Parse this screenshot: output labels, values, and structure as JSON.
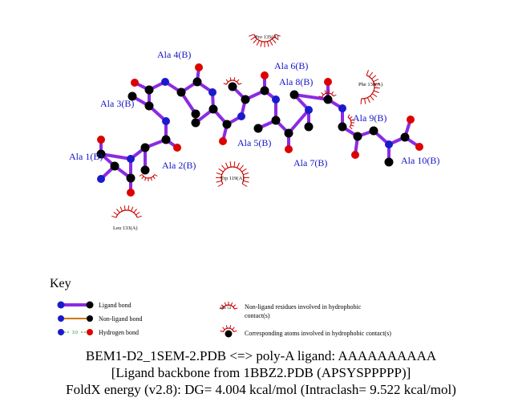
{
  "colors": {
    "ligand_bond": "#8a2be2",
    "nonligand_bond": "#cc7a00",
    "hbond": "#1f8f1f",
    "hydrophobic_arc": "#cc0000",
    "carbon": "#000000",
    "nitrogen": "#1a1acd",
    "oxygen": "#dd0000",
    "residue_label": "#1515c8"
  },
  "residues": [
    {
      "label": "Ala 1(B)"
    },
    {
      "label": "Ala 2(B)"
    },
    {
      "label": "Ala 3(B)"
    },
    {
      "label": "Ala 4(B)"
    },
    {
      "label": "Ala 5(B)"
    },
    {
      "label": "Ala 6(B)"
    },
    {
      "label": "Ala 7(B)"
    },
    {
      "label": "Ala 8(B)"
    },
    {
      "label": "Ala 9(B)"
    },
    {
      "label": "Ala 10(B)"
    }
  ],
  "hydrophobic_residues": [
    {
      "label": "Pro 135(A)"
    },
    {
      "label": "Phe 138(A)"
    },
    {
      "label": "Trp 119(A)"
    },
    {
      "label": "Leu 133(A)"
    }
  ],
  "key": {
    "title": "Key",
    "ligand_bond": "Ligand bond",
    "nonligand_bond": "Non-ligand bond",
    "hydrogen_bond": "Hydrogen bond",
    "hbond_sample_distance": "3.0",
    "hydrophobic_example": "His 53",
    "hydrophobic_line1": "Non-ligand residues involved in hydrophobic",
    "hydrophobic_line2": "contact(s)",
    "atoms_contact": "Corresponding atoms involved in hydrophobic contact(s)"
  },
  "caption": {
    "line1": "BEM1-D2_1SEM-2.PDB <=> poly-A ligand: AAAAAAAAAA",
    "line2": "[Ligand backbone from 1BBZ2.PDB (APSYSPPPPP)]",
    "line3": "FoldX energy (v2.8): DG= 4.004 kcal/mol (Intraclash= 9.522 kcal/mol)"
  }
}
